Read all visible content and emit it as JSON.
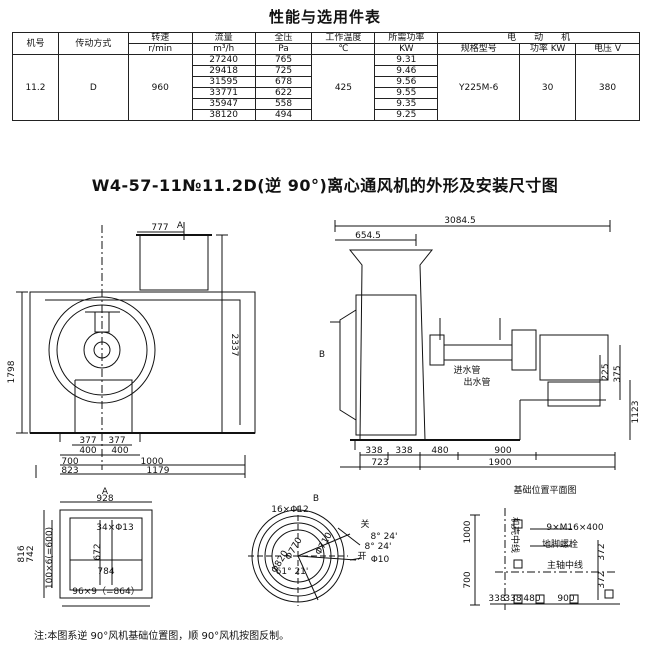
{
  "table_title": "性能与选用件表",
  "headers": {
    "model_no": "机号",
    "drive": "传动方式",
    "speed": "转速",
    "speed_unit": "r/min",
    "flow": "流量",
    "flow_unit": "m³/h",
    "pressure": "全压",
    "pressure_unit": "Pa",
    "temp": "工作温度",
    "temp_unit": "℃",
    "power": "所需功率",
    "power_unit": "KW",
    "motor": "电　　动　　机",
    "motor_model": "规格型号",
    "motor_power": "功率 KW",
    "motor_voltage": "电压 V"
  },
  "row": {
    "model_no": "11.2",
    "drive": "D",
    "speed": "960",
    "temp": "425",
    "motor_model": "Y225M-6",
    "motor_power": "30",
    "motor_voltage": "380"
  },
  "rows": [
    {
      "flow": "27240",
      "pressure": "765",
      "power": "9.31"
    },
    {
      "flow": "29418",
      "pressure": "725",
      "power": "9.46"
    },
    {
      "flow": "31595",
      "pressure": "678",
      "power": "9.56"
    },
    {
      "flow": "33771",
      "pressure": "622",
      "power": "9.55"
    },
    {
      "flow": "35947",
      "pressure": "558",
      "power": "9.35"
    },
    {
      "flow": "38120",
      "pressure": "494",
      "power": "9.25"
    }
  ],
  "drawing_title": "W4-57-11№11.2D(逆 90°)离心通风机的外形及安装尺寸图",
  "front_view": {
    "dim_777": "777",
    "label_a": "A",
    "dim_1798": "1798",
    "dim_2337": "2337",
    "dim_377": "377",
    "dim_377b": "377",
    "dim_400": "400",
    "dim_400b": "400",
    "dim_700": "700",
    "dim_1000": "1000",
    "dim_823": "823",
    "dim_1179": "1179"
  },
  "side_view": {
    "dim_3084": "3084.5",
    "dim_654": "654.5",
    "label_b": "B",
    "water_in": "进水管",
    "water_out": "出水管",
    "dim_225": "225",
    "dim_375": "375",
    "dim_1123": "1123",
    "dim_338": "338",
    "dim_338b": "338",
    "dim_480": "480",
    "dim_900": "900",
    "dim_723": "723",
    "dim_1900": "1900"
  },
  "view_a": {
    "label": "A",
    "dim_928": "928",
    "holes": "34×Φ13",
    "dim_816": "816",
    "dim_742": "742",
    "dim_672": "672",
    "dim_784": "784",
    "pitch_left": "100×6(=600)",
    "pitch_bottom": "96×9（=864）"
  },
  "view_b": {
    "label": "B",
    "holes": "16×Φ12",
    "d1": "Φ710",
    "d2": "Φ770",
    "d3": "Φ820",
    "a1": "8° 24'",
    "a2": "8° 24'",
    "a3": "61° 21'",
    "close": "关",
    "open": "开",
    "d4": "Φ10"
  },
  "foundation": {
    "title": "基础位置平面图",
    "casing_center": "机壳中线",
    "bolt": "9×M16×400",
    "bolt_label": "地脚螺栓",
    "shaft_center": "主轴中线",
    "dim_1000": "1000",
    "dim_700": "700",
    "dim_372": "372",
    "dim_372b": "372",
    "dim_338": "338",
    "dim_338b": "338",
    "dim_480": "480",
    "dim_900": "900"
  },
  "note": "注:本图系逆 90°风机基础位置图，顺 90°风机按图反制。"
}
